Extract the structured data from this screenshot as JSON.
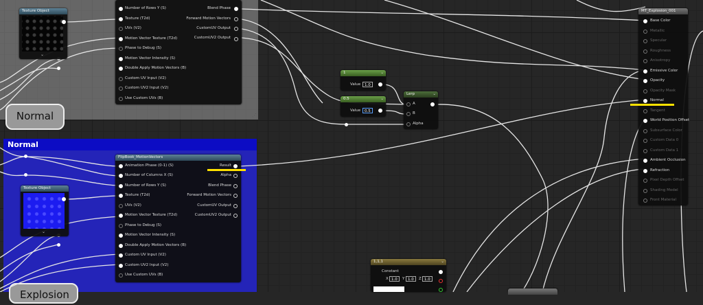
{
  "comments": {
    "normal_title": "Normal",
    "normal_bubble": "Normal",
    "explosion_bubble": "Explosion"
  },
  "texture_nodes": [
    {
      "title": "Texture Object"
    },
    {
      "title": "Texture Object"
    }
  ],
  "flipbook_top": {
    "inputs": [
      "Number of Rows Y (S)",
      "Texture (T2d)",
      "UVs (V2)",
      "Motion Vector Texture (T2d)",
      "Phase to Debug (S)",
      "Motion Vector Intensity (S)",
      "Double Apply Motion Vectors (B)",
      "Custom UV Input (V2)",
      "Custom UV2 Input (V2)",
      "Use Custom UVs (B)"
    ],
    "outputs": [
      "Blend Phase",
      "Forward Motion Vectors",
      "CustomUV Output",
      "CustomUV2 Output"
    ]
  },
  "flipbook_bottom": {
    "title": "FlipBook_MotionVectors",
    "inputs": [
      "Animation  Phase (0-1) (S)",
      "Number of Columns X (S)",
      "Number of Rows Y (S)",
      "Texture (T2d)",
      "UVs (V2)",
      "Motion Vector Texture (T2d)",
      "Phase to Debug (S)",
      "Motion Vector Intensity (S)",
      "Double Apply Motion Vectors (B)",
      "Custom UV Input (V2)",
      "Custom UV2 Input (V2)",
      "Use Custom UVs (B)"
    ],
    "outputs": [
      "Result",
      "Alpha",
      "Blend Phase",
      "Forward Motion Vectors",
      "CustomUV Output",
      "CustomUV2 Output"
    ]
  },
  "const_1": {
    "title": "1",
    "value_label": "Value",
    "value": "1.0"
  },
  "const_05": {
    "title": "0.5",
    "value_label": "Value",
    "value": "0.5"
  },
  "lerp": {
    "title": "Lerp",
    "inputs": [
      "A",
      "B",
      "Alpha"
    ]
  },
  "const3": {
    "title": "1,1,1",
    "label": "Constant",
    "x_label": "X",
    "x": "1.0",
    "y_label": "Y",
    "y": "1.0",
    "z_label": "Z",
    "z": "1.0"
  },
  "material": {
    "title": "MT_Explosion_001",
    "inputs": [
      {
        "label": "Base Color",
        "active": true
      },
      {
        "label": "Metallic",
        "active": false
      },
      {
        "label": "Specular",
        "active": false
      },
      {
        "label": "Roughness",
        "active": false
      },
      {
        "label": "Anisotropy",
        "active": false
      },
      {
        "label": "Emissive Color",
        "active": true
      },
      {
        "label": "Opacity",
        "active": true
      },
      {
        "label": "Opacity Mask",
        "active": false
      },
      {
        "label": "Normal",
        "active": true
      },
      {
        "label": "Tangent",
        "active": false
      },
      {
        "label": "World Position Offset",
        "active": true
      },
      {
        "label": "Subsurface Color",
        "active": false
      },
      {
        "label": "Custom Data 0",
        "active": false
      },
      {
        "label": "Custom Data 1",
        "active": false
      },
      {
        "label": "Ambient Occlusion",
        "active": true
      },
      {
        "label": "Refraction",
        "active": true
      },
      {
        "label": "Pixel Depth Offset",
        "active": false
      },
      {
        "label": "Shading Model",
        "active": false
      },
      {
        "label": "Front Material",
        "active": false
      }
    ]
  },
  "colors": {
    "highlight": "#ffe100",
    "comment_blue": "#2424b8",
    "wire": "#e6e6e6"
  }
}
